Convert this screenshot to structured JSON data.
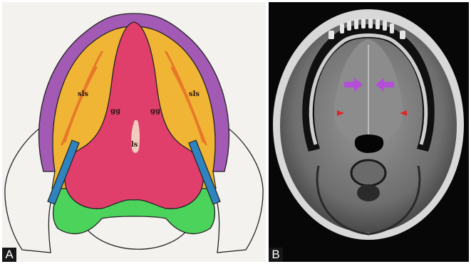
{
  "figure": {
    "panel_a": {
      "letter": "A",
      "labels": {
        "sls_left": "sls",
        "sls_right": "sls",
        "gg_left": "gg",
        "gg_right": "gg",
        "ls": "ls"
      }
    },
    "panel_b": {
      "letter": "B"
    }
  },
  "colors": {
    "paper": "#f3f2ef",
    "mylohyoid_purple": "#a25ab4",
    "sublingual_yellow": "#f0b534",
    "genioglossus_pink": "#e03f6c",
    "lingual_septum": "#f1cbbd",
    "hyoid_green": "#4bd35c",
    "blue_structure": "#2f83bf",
    "sls_stripes": "#e7782a",
    "arrow_purple": "#b34fd6",
    "arrow_red": "#e0262b"
  }
}
